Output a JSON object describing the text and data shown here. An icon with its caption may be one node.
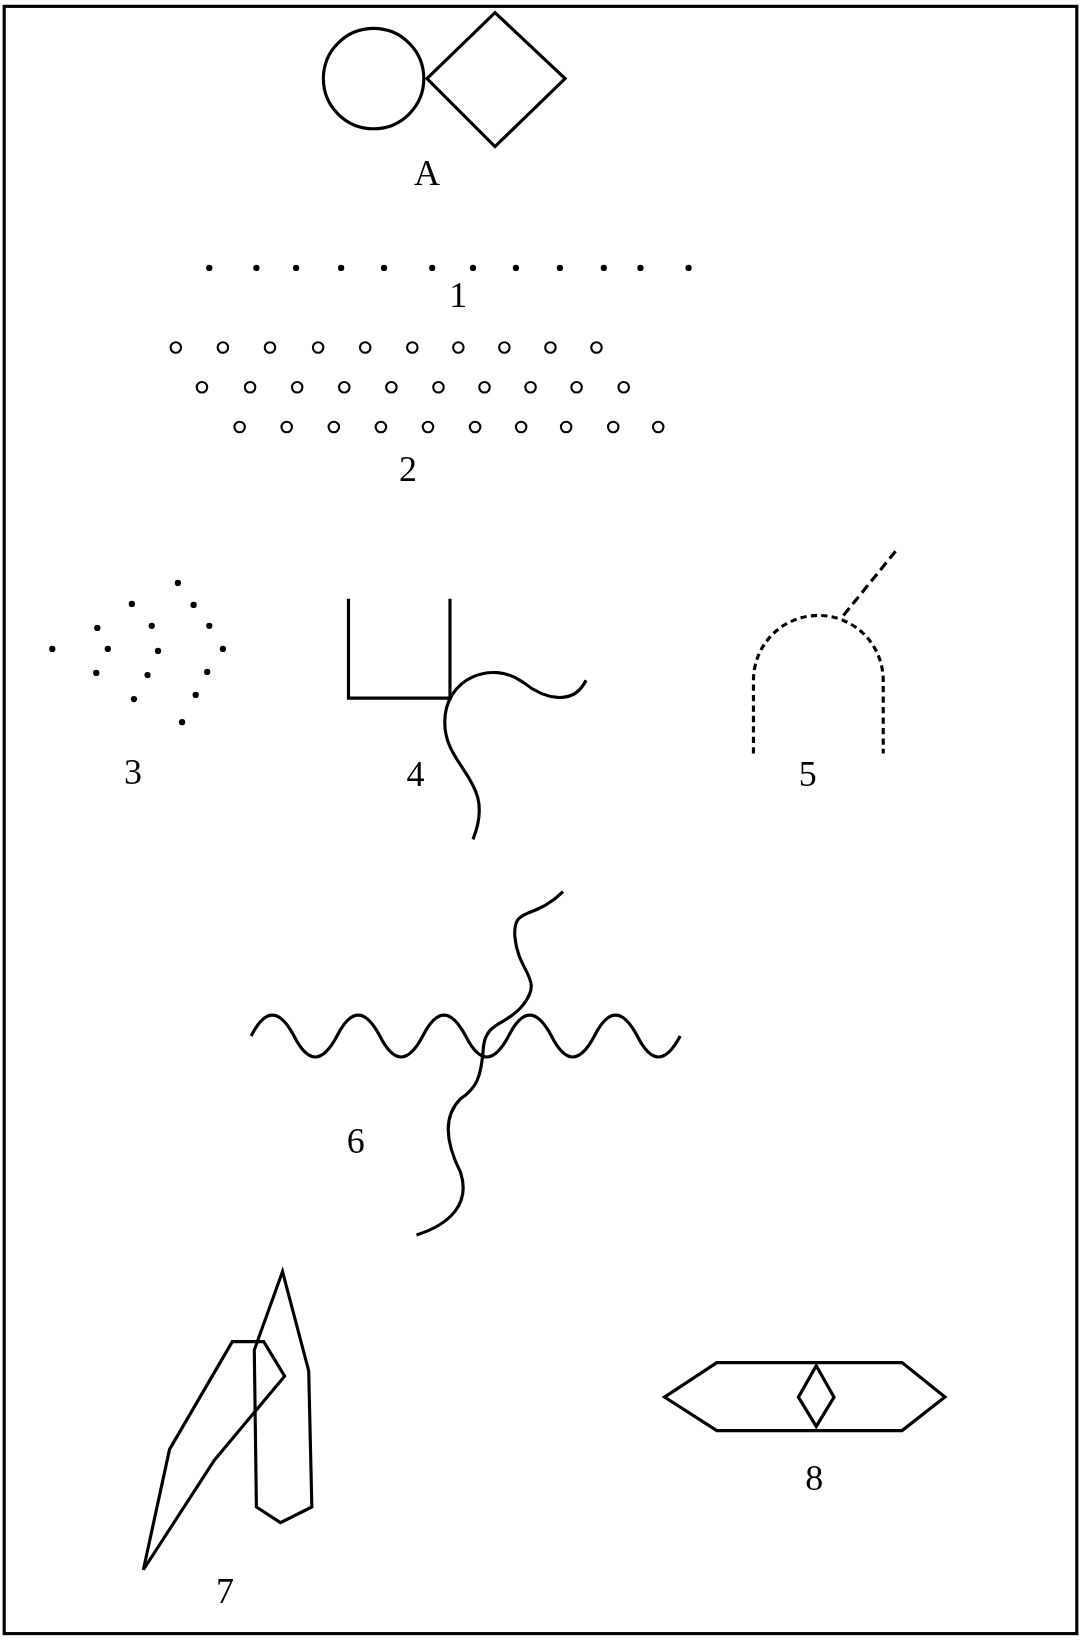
{
  "diagram": {
    "labels": [
      "A",
      "1",
      "2",
      "3",
      "4",
      "5",
      "6",
      "7",
      "8"
    ]
  }
}
